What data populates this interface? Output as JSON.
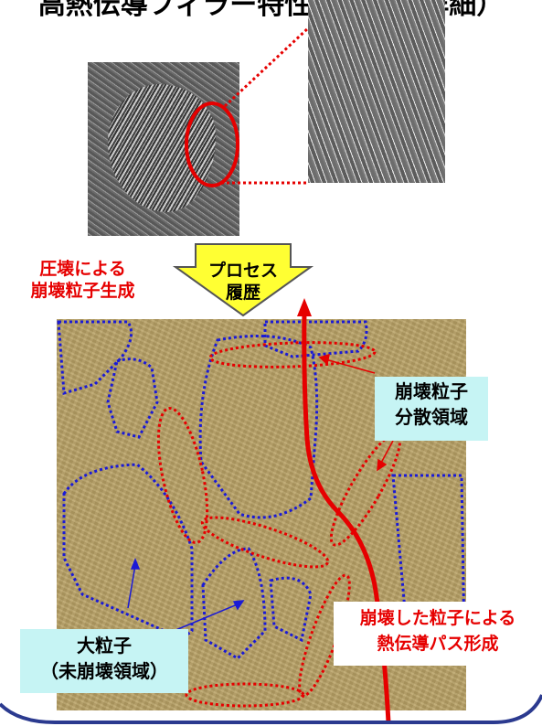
{
  "title": "高熱伝導フィラー特性の制御（詳細）",
  "labels": {
    "crush_line1": "圧壊による",
    "crush_line2": "崩壊粒子生成",
    "process_line1": "プロセス",
    "process_line2": "履歴",
    "dispersion_line1": "崩壊粒子",
    "dispersion_line2": "分散領域",
    "large_line1": "大粒子",
    "large_line2": "（未崩壊領域）",
    "path_line1": "崩壊した粒子による",
    "path_line2": "熱伝導パス形成"
  },
  "colors": {
    "red": "#e60000",
    "blue": "#1a1ad6",
    "cyan_box": "#c6f4f4",
    "arrow_yellow": "#ffff33",
    "frame_blue": "#2b3a8f"
  }
}
